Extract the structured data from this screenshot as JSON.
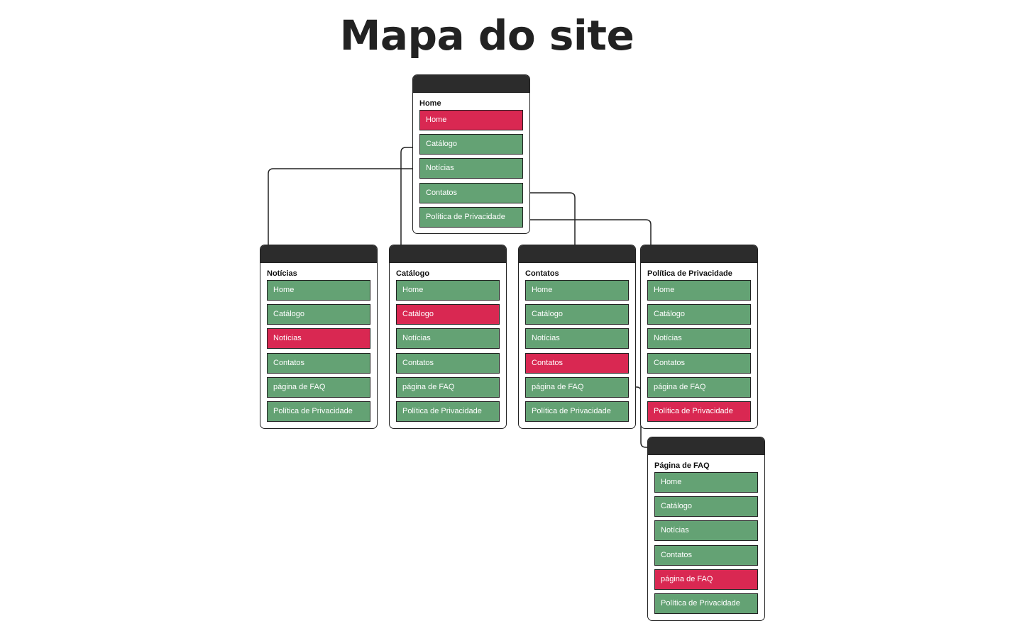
{
  "title": "Mapa do site",
  "colors": {
    "header": "#2c2c2c",
    "link": "#64a274",
    "current_page": "#d92852",
    "border": "#222222"
  },
  "pages": {
    "home": {
      "title": "Home",
      "items": [
        {
          "label": "Home",
          "current": true
        },
        {
          "label": "Catálogo",
          "current": false
        },
        {
          "label": "Notícias",
          "current": false
        },
        {
          "label": "Contatos",
          "current": false
        },
        {
          "label": "Política de Privacidade",
          "current": false
        }
      ]
    },
    "noticias": {
      "title": "Notícias",
      "items": [
        {
          "label": "Home",
          "current": false
        },
        {
          "label": "Catálogo",
          "current": false
        },
        {
          "label": "Notícias",
          "current": true
        },
        {
          "label": "Contatos",
          "current": false
        },
        {
          "label": "página de FAQ",
          "current": false
        },
        {
          "label": "Política de Privacidade",
          "current": false
        }
      ]
    },
    "catalogo": {
      "title": "Catálogo",
      "items": [
        {
          "label": "Home",
          "current": false
        },
        {
          "label": "Catálogo",
          "current": true
        },
        {
          "label": "Notícias",
          "current": false
        },
        {
          "label": "Contatos",
          "current": false
        },
        {
          "label": "página de FAQ",
          "current": false
        },
        {
          "label": "Política de Privacidade",
          "current": false
        }
      ]
    },
    "contatos": {
      "title": "Contatos",
      "items": [
        {
          "label": "Home",
          "current": false
        },
        {
          "label": "Catálogo",
          "current": false
        },
        {
          "label": "Notícias",
          "current": false
        },
        {
          "label": "Contatos",
          "current": true
        },
        {
          "label": "página de FAQ",
          "current": false
        },
        {
          "label": "Política de Privacidade",
          "current": false
        }
      ]
    },
    "privacidade": {
      "title": "Política de Privacidade",
      "items": [
        {
          "label": "Home",
          "current": false
        },
        {
          "label": "Catálogo",
          "current": false
        },
        {
          "label": "Notícias",
          "current": false
        },
        {
          "label": "Contatos",
          "current": false
        },
        {
          "label": "página de FAQ",
          "current": false
        },
        {
          "label": "Política de Privacidade",
          "current": true
        }
      ]
    },
    "faq": {
      "title": "Página de FAQ",
      "items": [
        {
          "label": "Home",
          "current": false
        },
        {
          "label": "Catálogo",
          "current": false
        },
        {
          "label": "Notícias",
          "current": false
        },
        {
          "label": "Contatos",
          "current": false
        },
        {
          "label": "página de FAQ",
          "current": true
        },
        {
          "label": "Política de Privacidade",
          "current": false
        }
      ]
    }
  }
}
